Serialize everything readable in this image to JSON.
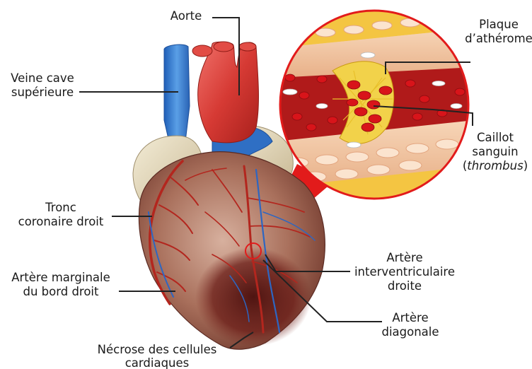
{
  "labels": {
    "aorte": "Aorte",
    "veine_cave_1": "Veine cave",
    "veine_cave_2": "supérieure",
    "plaque_1": "Plaque",
    "plaque_2": "d’athérome",
    "caillot_1": "Caillot",
    "caillot_2": "sanguin",
    "caillot_3_open": "(",
    "caillot_3_term": "thrombus",
    "caillot_3_close": ")",
    "tronc_1": "Tronc",
    "tronc_2": "coronaire droit",
    "marginale_1": "Artère marginale",
    "marginale_2": "du bord droit",
    "interv_1": "Artère",
    "interv_2": "interventriculaire",
    "interv_3": "droite",
    "diag_1": "Artère",
    "diag_2": "diagonale",
    "necrose_1": "Nécrose des cellules",
    "necrose_2": "cardiaques"
  },
  "colors": {
    "heart_muscle": "#b07a66",
    "aorta": "#d9453f",
    "vein": "#3a7fd6",
    "artery": "#b3261e",
    "clot": "#d8141a",
    "plaque": "#f2d24a",
    "vessel_wall": "#f3c9a6",
    "callout_red": "#e21b1b",
    "leader_line": "#222222"
  }
}
